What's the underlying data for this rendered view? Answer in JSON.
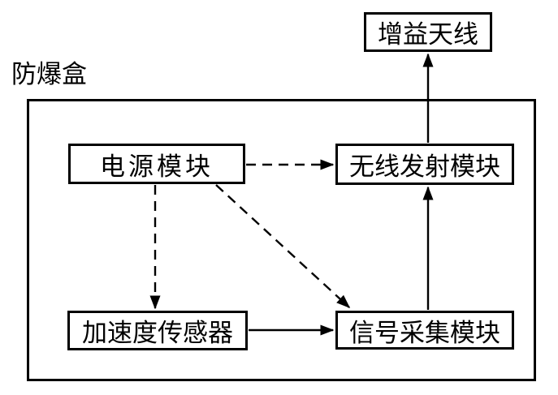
{
  "diagram": {
    "title": "wireless vibration sensor block diagram",
    "enclosure_label": "防爆盒",
    "nodes": [
      {
        "id": "gain-antenna",
        "label": "增益天线"
      },
      {
        "id": "power-module",
        "label": "电源模块"
      },
      {
        "id": "wireless-tx-module",
        "label": "无线发射模块"
      },
      {
        "id": "acceleration-sensor",
        "label": "加速度传感器"
      },
      {
        "id": "signal-acq-module",
        "label": "信号采集模块"
      }
    ],
    "edges": [
      {
        "from": "power-module",
        "to": "wireless-tx-module",
        "style": "dashed",
        "arrow": true
      },
      {
        "from": "power-module",
        "to": "acceleration-sensor",
        "style": "dashed",
        "arrow": true
      },
      {
        "from": "power-module",
        "to": "signal-acq-module",
        "style": "dashed",
        "arrow": true
      },
      {
        "from": "acceleration-sensor",
        "to": "signal-acq-module",
        "style": "solid",
        "arrow": true
      },
      {
        "from": "signal-acq-module",
        "to": "wireless-tx-module",
        "style": "solid",
        "arrow": true
      },
      {
        "from": "wireless-tx-module",
        "to": "gain-antenna",
        "style": "solid",
        "arrow": true
      }
    ],
    "colors": {
      "line": "#000000",
      "background": "#ffffff",
      "text": "#000000"
    }
  }
}
